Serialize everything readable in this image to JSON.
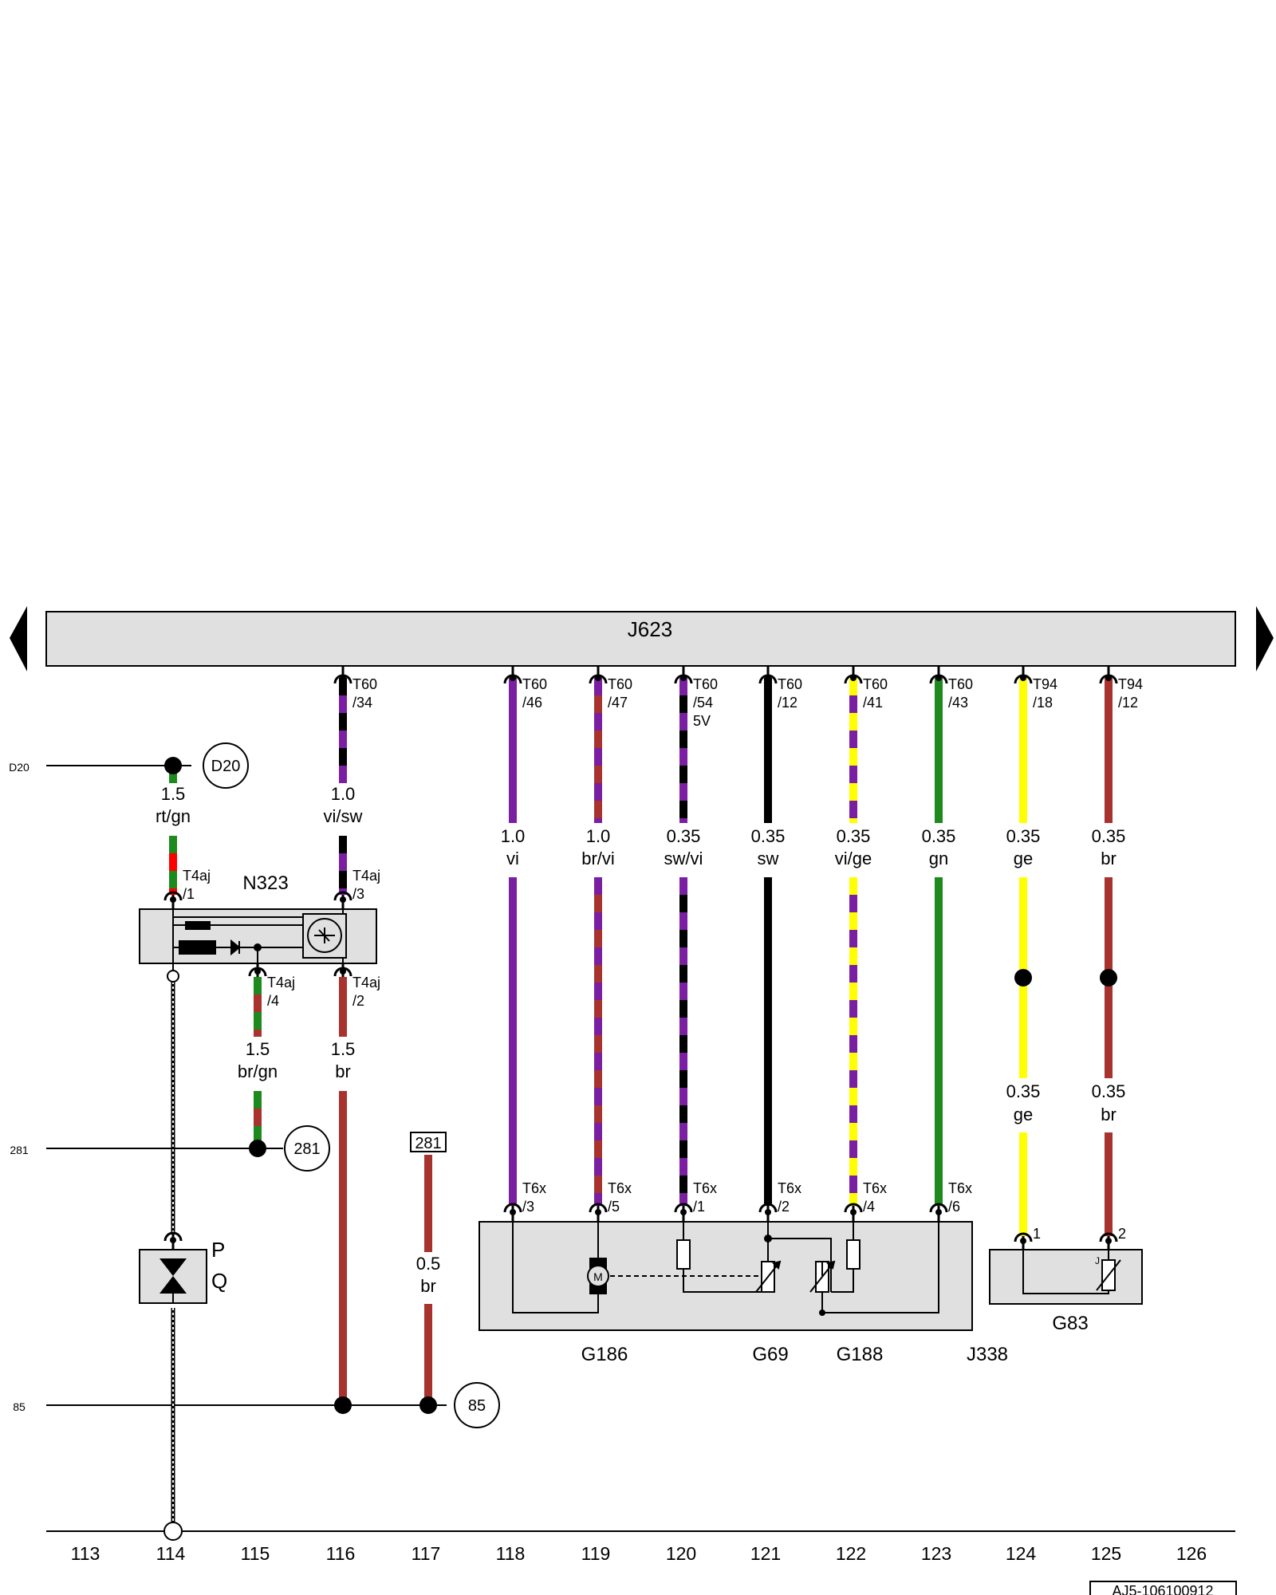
{
  "colors": {
    "vi": "#7b1fa2",
    "br": "#a8322d",
    "sw": "#000000",
    "ge": "#ffff00",
    "gn": "#1e8a1e",
    "rt": "#ff0000",
    "box_fill": "#e0e0e0"
  },
  "control_unit": {
    "label": "J623"
  },
  "references": {
    "d20": "D20",
    "r281": "281",
    "r85": "85"
  },
  "wires": {
    "w116": {
      "connector": "T60",
      "pin": "/34",
      "size": "1.0",
      "color": "vi/sw"
    },
    "w118": {
      "connector": "T60",
      "pin": "/46",
      "size": "1.0",
      "color": "vi",
      "conn_bottom": "T6x",
      "pin_bottom": "/3"
    },
    "w119": {
      "connector": "T60",
      "pin": "/47",
      "size": "1.0",
      "color": "br/vi",
      "conn_bottom": "T6x",
      "pin_bottom": "/5"
    },
    "w120": {
      "connector": "T60",
      "pin": "/54",
      "pin_extra": "5V",
      "size": "0.35",
      "color": "sw/vi",
      "conn_bottom": "T6x",
      "pin_bottom": "/1"
    },
    "w121": {
      "connector": "T60",
      "pin": "/12",
      "size": "0.35",
      "color": "sw",
      "conn_bottom": "T6x",
      "pin_bottom": "/2"
    },
    "w122": {
      "connector": "T60",
      "pin": "/41",
      "size": "0.35",
      "color": "vi/ge",
      "conn_bottom": "T6x",
      "pin_bottom": "/4"
    },
    "w123": {
      "connector": "T60",
      "pin": "/43",
      "size": "0.35",
      "color": "gn",
      "conn_bottom": "T6x",
      "pin_bottom": "/6"
    },
    "w124": {
      "connector": "T94",
      "pin": "/18",
      "size": "0.35",
      "color": "ge",
      "size2": "0.35",
      "color2": "ge",
      "pin_bottom": "1"
    },
    "w125": {
      "connector": "T94",
      "pin": "/12",
      "size": "0.35",
      "color": "br",
      "size2": "0.35",
      "color2": "br",
      "pin_bottom": "2"
    },
    "w114": {
      "size": "1.5",
      "color": "rt/gn"
    },
    "w115": {
      "size": "1.5",
      "color": "br/gn"
    },
    "w116b": {
      "size": "1.5",
      "color": "br"
    },
    "w117": {
      "size": "0.5",
      "color": "br"
    }
  },
  "n323": {
    "label": "N323",
    "pin1_conn": "T4aj",
    "pin1": "/1",
    "pin3_conn": "T4aj",
    "pin3": "/3",
    "pin4_conn": "T4aj",
    "pin4": "/4",
    "pin2_conn": "T4aj",
    "pin2": "/2"
  },
  "pq": {
    "p": "P",
    "q": "Q"
  },
  "j338": {
    "label": "J338",
    "g186": "G186",
    "g69": "G69",
    "g188": "G188",
    "motor": "M"
  },
  "g83": {
    "label": "G83",
    "j_mark": "J"
  },
  "columns": [
    "113",
    "114",
    "115",
    "116",
    "117",
    "118",
    "119",
    "120",
    "121",
    "122",
    "123",
    "124",
    "125",
    "126"
  ],
  "footer": {
    "code": "AJ5-106100912"
  }
}
